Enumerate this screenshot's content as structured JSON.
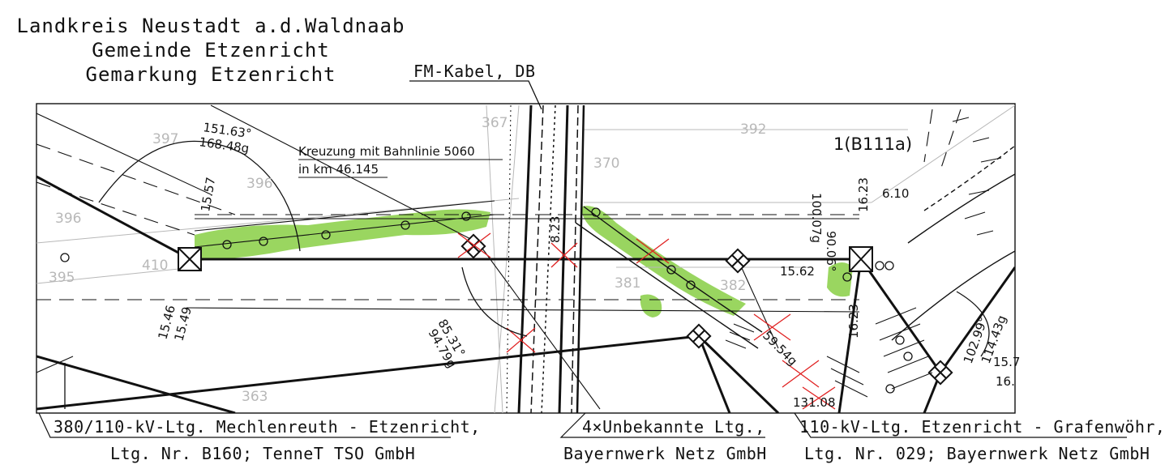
{
  "header": {
    "line1": "Landkreis Neustadt a.d.Waldnaab",
    "line2": "Gemeinde Etzenricht",
    "line3": "Gemarkung Etzenricht"
  },
  "callouts": {
    "fm_kabel": "FM-Kabel, DB",
    "kreuzung_line1": "Kreuzung mit Bahnlinie 5060",
    "kreuzung_line2": "in km 46.145"
  },
  "parcels": {
    "p397": "397",
    "p396a": "396",
    "p396b": "396",
    "p410": "410",
    "p395": "395",
    "p367": "367",
    "p370": "370",
    "p392": "392",
    "p381": "381",
    "p382": "382",
    "p363": "363"
  },
  "pylon": "1(B111a)",
  "dimensions": {
    "a1": "151.63°",
    "a2": "168.48g",
    "d1557": "15.57",
    "d1546": "15.46",
    "d1549": "15.49",
    "a3": "85.31°",
    "a4": "94.79g",
    "d1623": "16.23",
    "d610": "6.10",
    "a5": "90.06°",
    "a6": "100.07g",
    "d1562": "15.62",
    "d1623b": "16.23",
    "a7": "59.54g",
    "a8": "131.08",
    "a9": "102.99°",
    "a10": "114.43g",
    "d157": "15.7",
    "d16": "16.",
    "d823": "8.23"
  },
  "captions": {
    "left1": "380/110-kV-Ltg. Mechlenreuth - Etzenricht,",
    "left2": "Ltg. Nr. B160; TenneT TSO GmbH",
    "mid1": "4×Unbekannte Ltg.,",
    "mid2": "Bayernwerk Netz GmbH",
    "right1": "110-kV-Ltg. Etzenricht - Grafenwöhr,",
    "right2": "Ltg. Nr. 029; Bayernwerk Netz GmbH"
  },
  "colors": {
    "vegetation": "#8fd14f",
    "crossing_marks": "#e02020",
    "parcel_labels": "#b8b8b8"
  }
}
